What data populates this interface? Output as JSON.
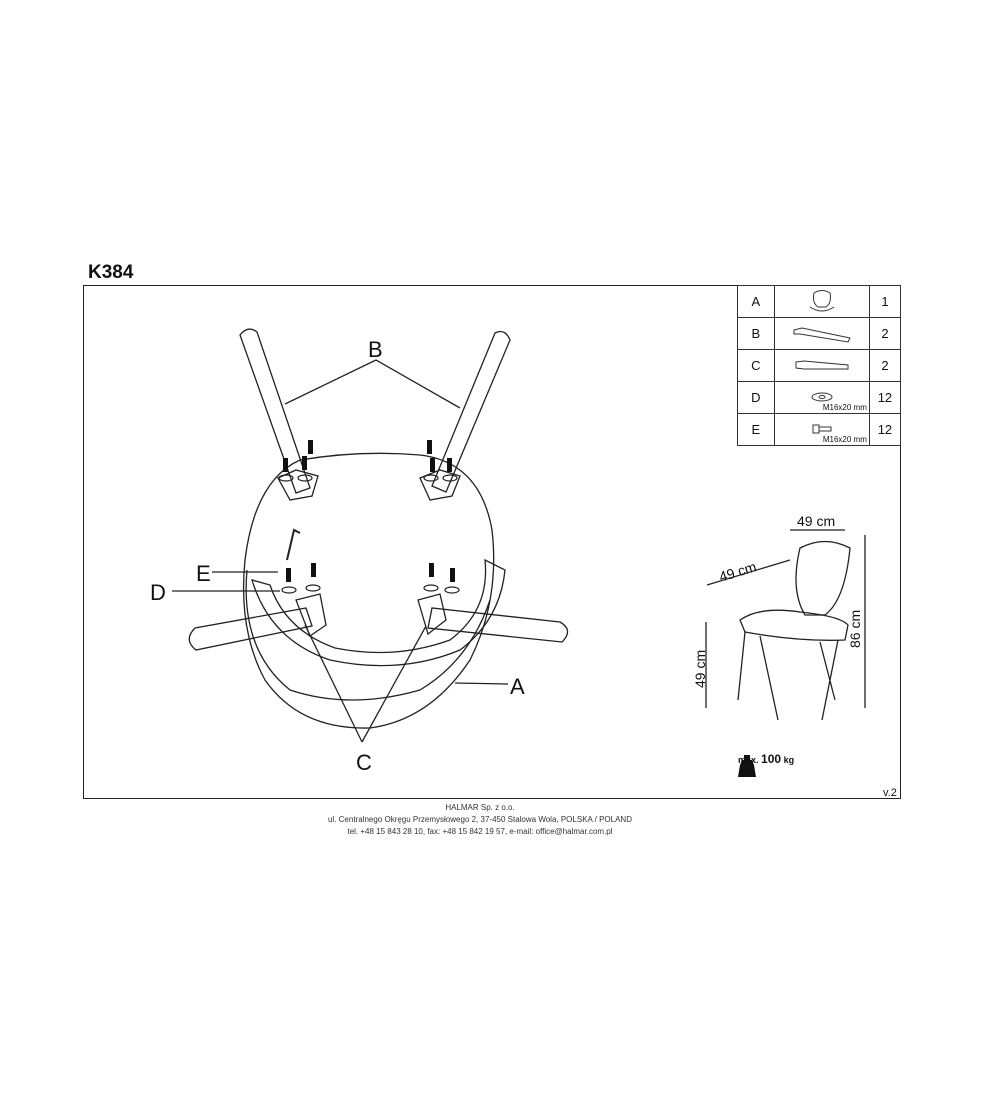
{
  "model": "K384",
  "parts": [
    {
      "letter": "A",
      "qty": "1",
      "icon": "chair-seat-icon",
      "size": ""
    },
    {
      "letter": "B",
      "qty": "2",
      "icon": "long-leg-icon",
      "size": ""
    },
    {
      "letter": "C",
      "qty": "2",
      "icon": "short-leg-icon",
      "size": ""
    },
    {
      "letter": "D",
      "qty": "12",
      "icon": "washer-icon",
      "size": "M16x20 mm"
    },
    {
      "letter": "E",
      "qty": "12",
      "icon": "bolt-icon",
      "size": "M16x20 mm"
    }
  ],
  "callouts": {
    "a": "A",
    "b": "B",
    "c": "C",
    "d": "D",
    "e": "E"
  },
  "dimensions": {
    "width": "49 cm",
    "depth": "49 cm",
    "height": "86 cm",
    "seat_height": "49 cm"
  },
  "weight": {
    "prefix": "max.",
    "value": "100",
    "unit": "kg"
  },
  "version": "v.2",
  "footer": {
    "company": "HALMAR Sp. z o.o.",
    "address": "ul. Centralnego Okręgu Przemysłowego 2, 37-450 Stalowa Wola, POLSKA / POLAND",
    "contact": "tel. +48 15 843 28 10, fax: +48 15 842 19 57, e-mail: office@halmar.com.pl"
  }
}
